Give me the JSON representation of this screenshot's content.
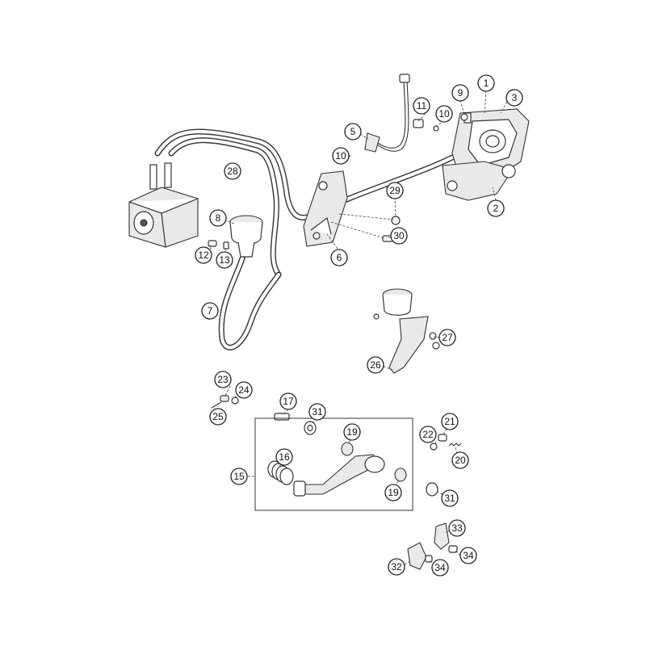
{
  "callouts": [
    {
      "id": "c1",
      "label": "1"
    },
    {
      "id": "c2",
      "label": "2"
    },
    {
      "id": "c3",
      "label": "3"
    },
    {
      "id": "c5",
      "label": "5"
    },
    {
      "id": "c6",
      "label": "6"
    },
    {
      "id": "c7",
      "label": "7"
    },
    {
      "id": "c8",
      "label": "8"
    },
    {
      "id": "c9",
      "label": "9"
    },
    {
      "id": "c10a",
      "label": "10"
    },
    {
      "id": "c10b",
      "label": "10"
    },
    {
      "id": "c11",
      "label": "11"
    },
    {
      "id": "c12",
      "label": "12"
    },
    {
      "id": "c13",
      "label": "13"
    },
    {
      "id": "c15",
      "label": "15"
    },
    {
      "id": "c16",
      "label": "16"
    },
    {
      "id": "c17",
      "label": "17"
    },
    {
      "id": "c19a",
      "label": "19"
    },
    {
      "id": "c19b",
      "label": "19"
    },
    {
      "id": "c20",
      "label": "20"
    },
    {
      "id": "c21",
      "label": "21"
    },
    {
      "id": "c22",
      "label": "22"
    },
    {
      "id": "c23",
      "label": "23"
    },
    {
      "id": "c24",
      "label": "24"
    },
    {
      "id": "c25",
      "label": "25"
    },
    {
      "id": "c26",
      "label": "26"
    },
    {
      "id": "c27",
      "label": "27"
    },
    {
      "id": "c28",
      "label": "28"
    },
    {
      "id": "c29",
      "label": "29"
    },
    {
      "id": "c30",
      "label": "30"
    },
    {
      "id": "c31a",
      "label": "31"
    },
    {
      "id": "c31b",
      "label": "31"
    },
    {
      "id": "c32",
      "label": "32"
    },
    {
      "id": "c33",
      "label": "33"
    },
    {
      "id": "c34a",
      "label": "34"
    },
    {
      "id": "c34b",
      "label": "34"
    }
  ]
}
